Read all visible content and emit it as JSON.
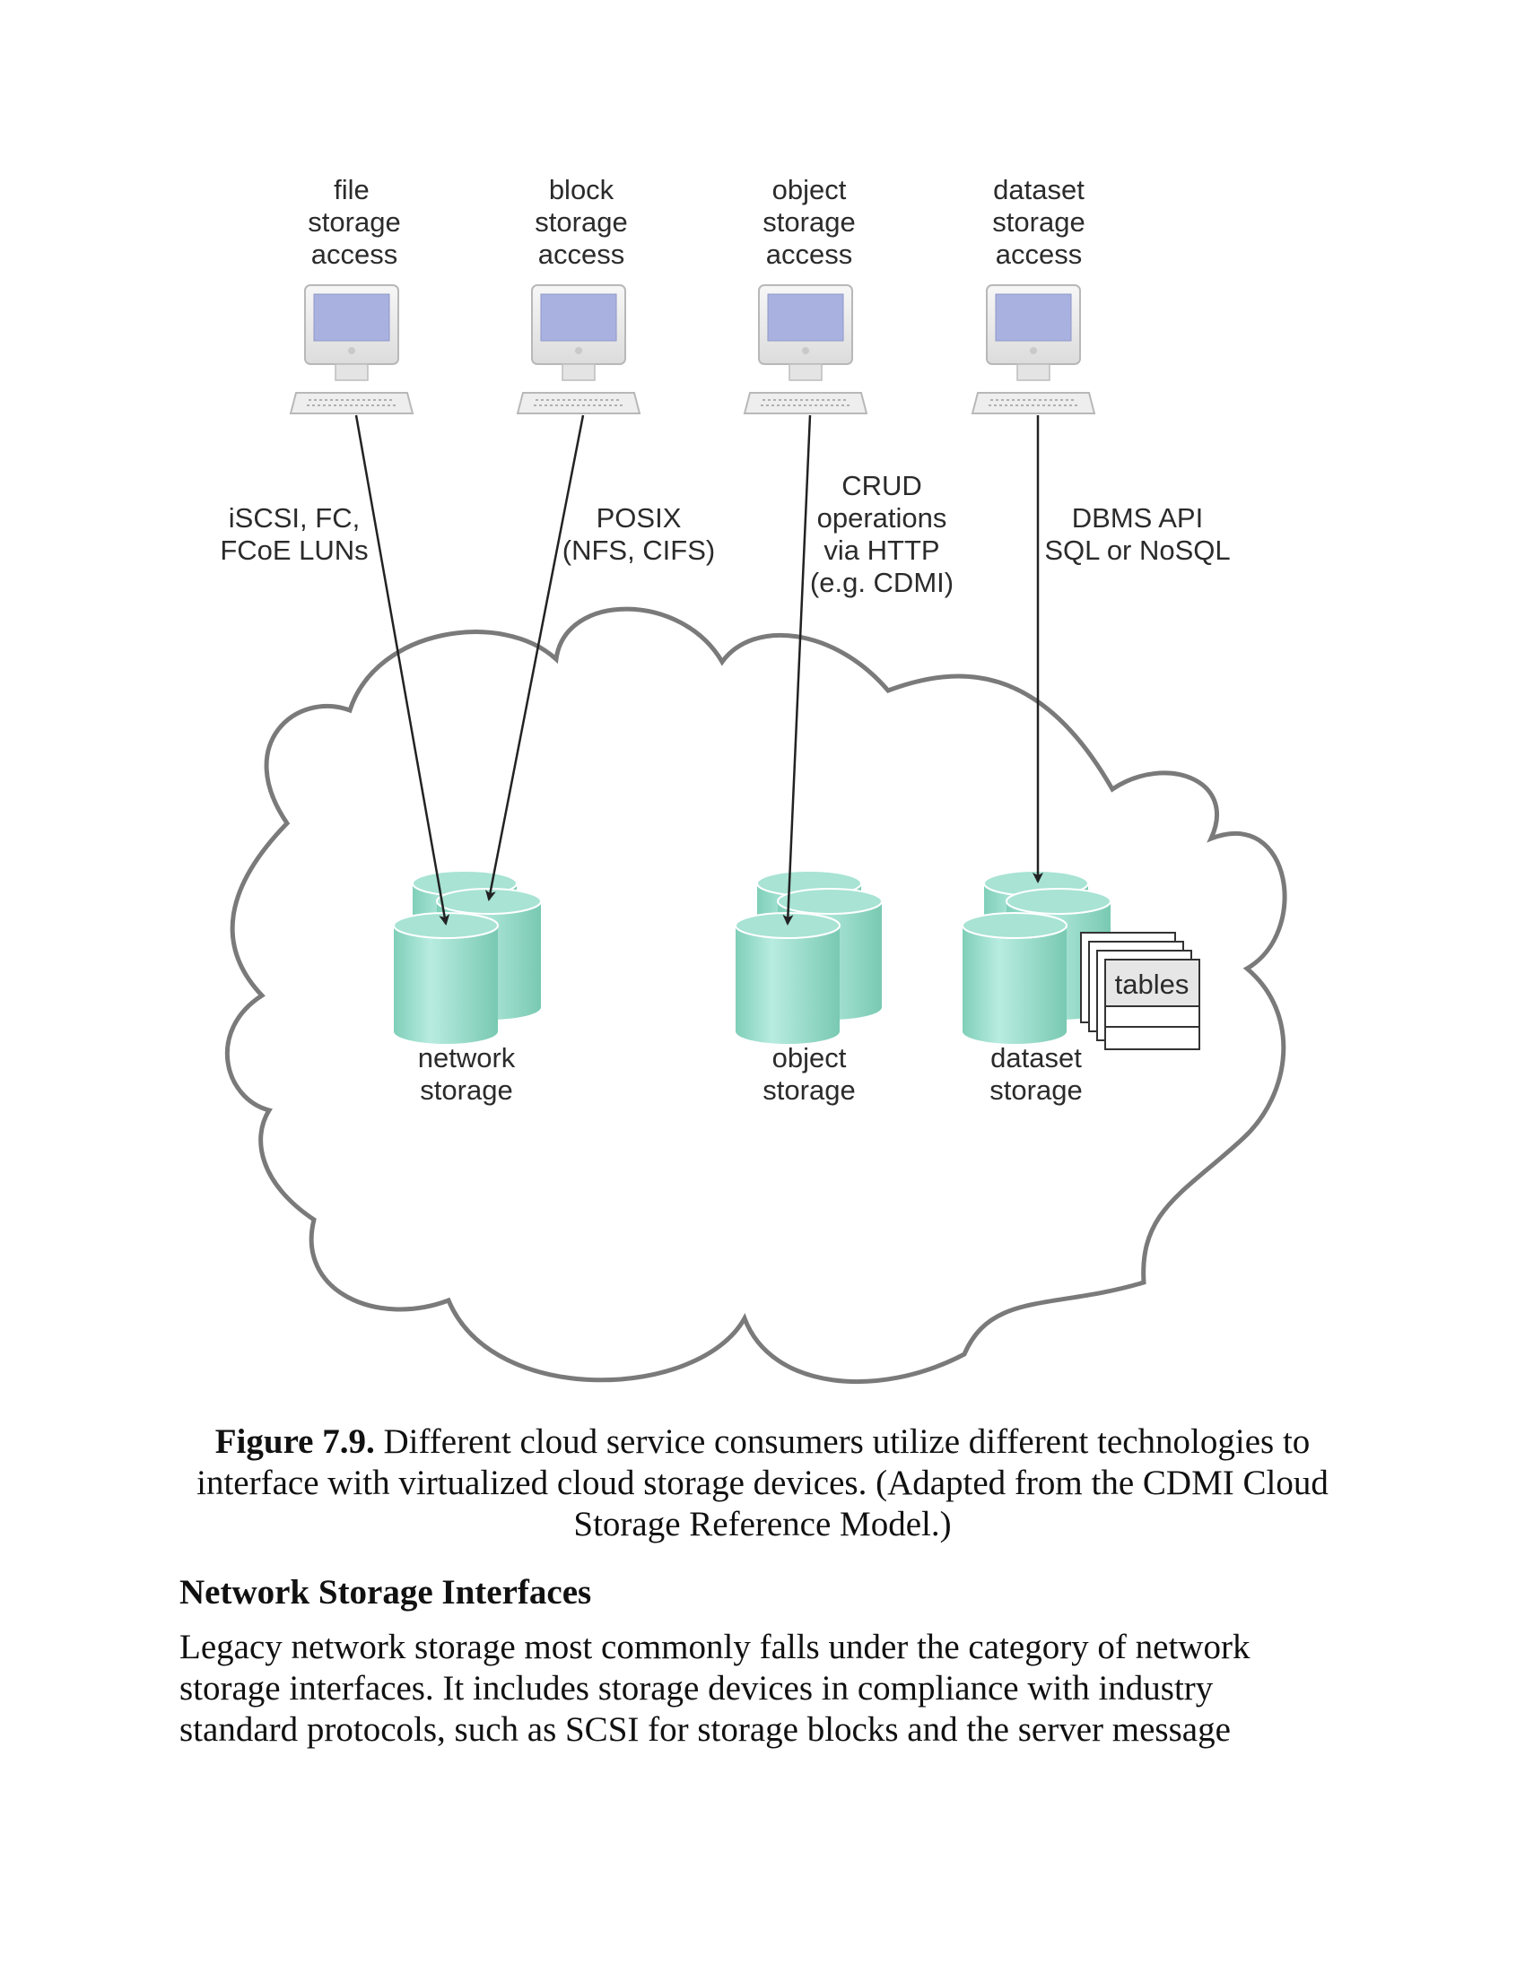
{
  "diagram": {
    "clients": [
      {
        "lines": [
          "file",
          "storage",
          "access"
        ]
      },
      {
        "lines": [
          "block",
          "storage",
          "access"
        ]
      },
      {
        "lines": [
          "object",
          "storage",
          "access"
        ]
      },
      {
        "lines": [
          "dataset",
          "storage",
          "access"
        ]
      }
    ],
    "protocols": [
      {
        "lines": [
          "iSCSI, FC,",
          "FCoE LUNs"
        ]
      },
      {
        "lines": [
          "POSIX",
          "(NFS, CIFS)"
        ]
      },
      {
        "lines": [
          "CRUD",
          "operations",
          "via HTTP",
          "(e.g. CDMI)"
        ]
      },
      {
        "lines": [
          "DBMS API",
          "SQL or NoSQL"
        ]
      }
    ],
    "storage": [
      {
        "lines": [
          "network",
          "storage"
        ]
      },
      {
        "lines": [
          "object",
          "storage"
        ]
      },
      {
        "lines": [
          "dataset",
          "storage"
        ]
      }
    ],
    "tables_label": "tables",
    "colors": {
      "screen": "#a9b1e0",
      "cylinder": "#8ed9c5",
      "outline": "#7a7a7a"
    }
  },
  "caption": {
    "label": "Figure 7.9.",
    "lines": [
      " Different cloud service consumers utilize different technologies to",
      "interface with virtualized cloud storage devices. (Adapted from the CDMI Cloud",
      "Storage Reference Model.)"
    ]
  },
  "section": {
    "heading": "Network Storage Interfaces",
    "lines": [
      "Legacy network storage most commonly falls under the category of network",
      "storage interfaces. It includes storage devices in compliance with industry",
      "standard protocols, such as SCSI for storage blocks and the server message"
    ]
  }
}
